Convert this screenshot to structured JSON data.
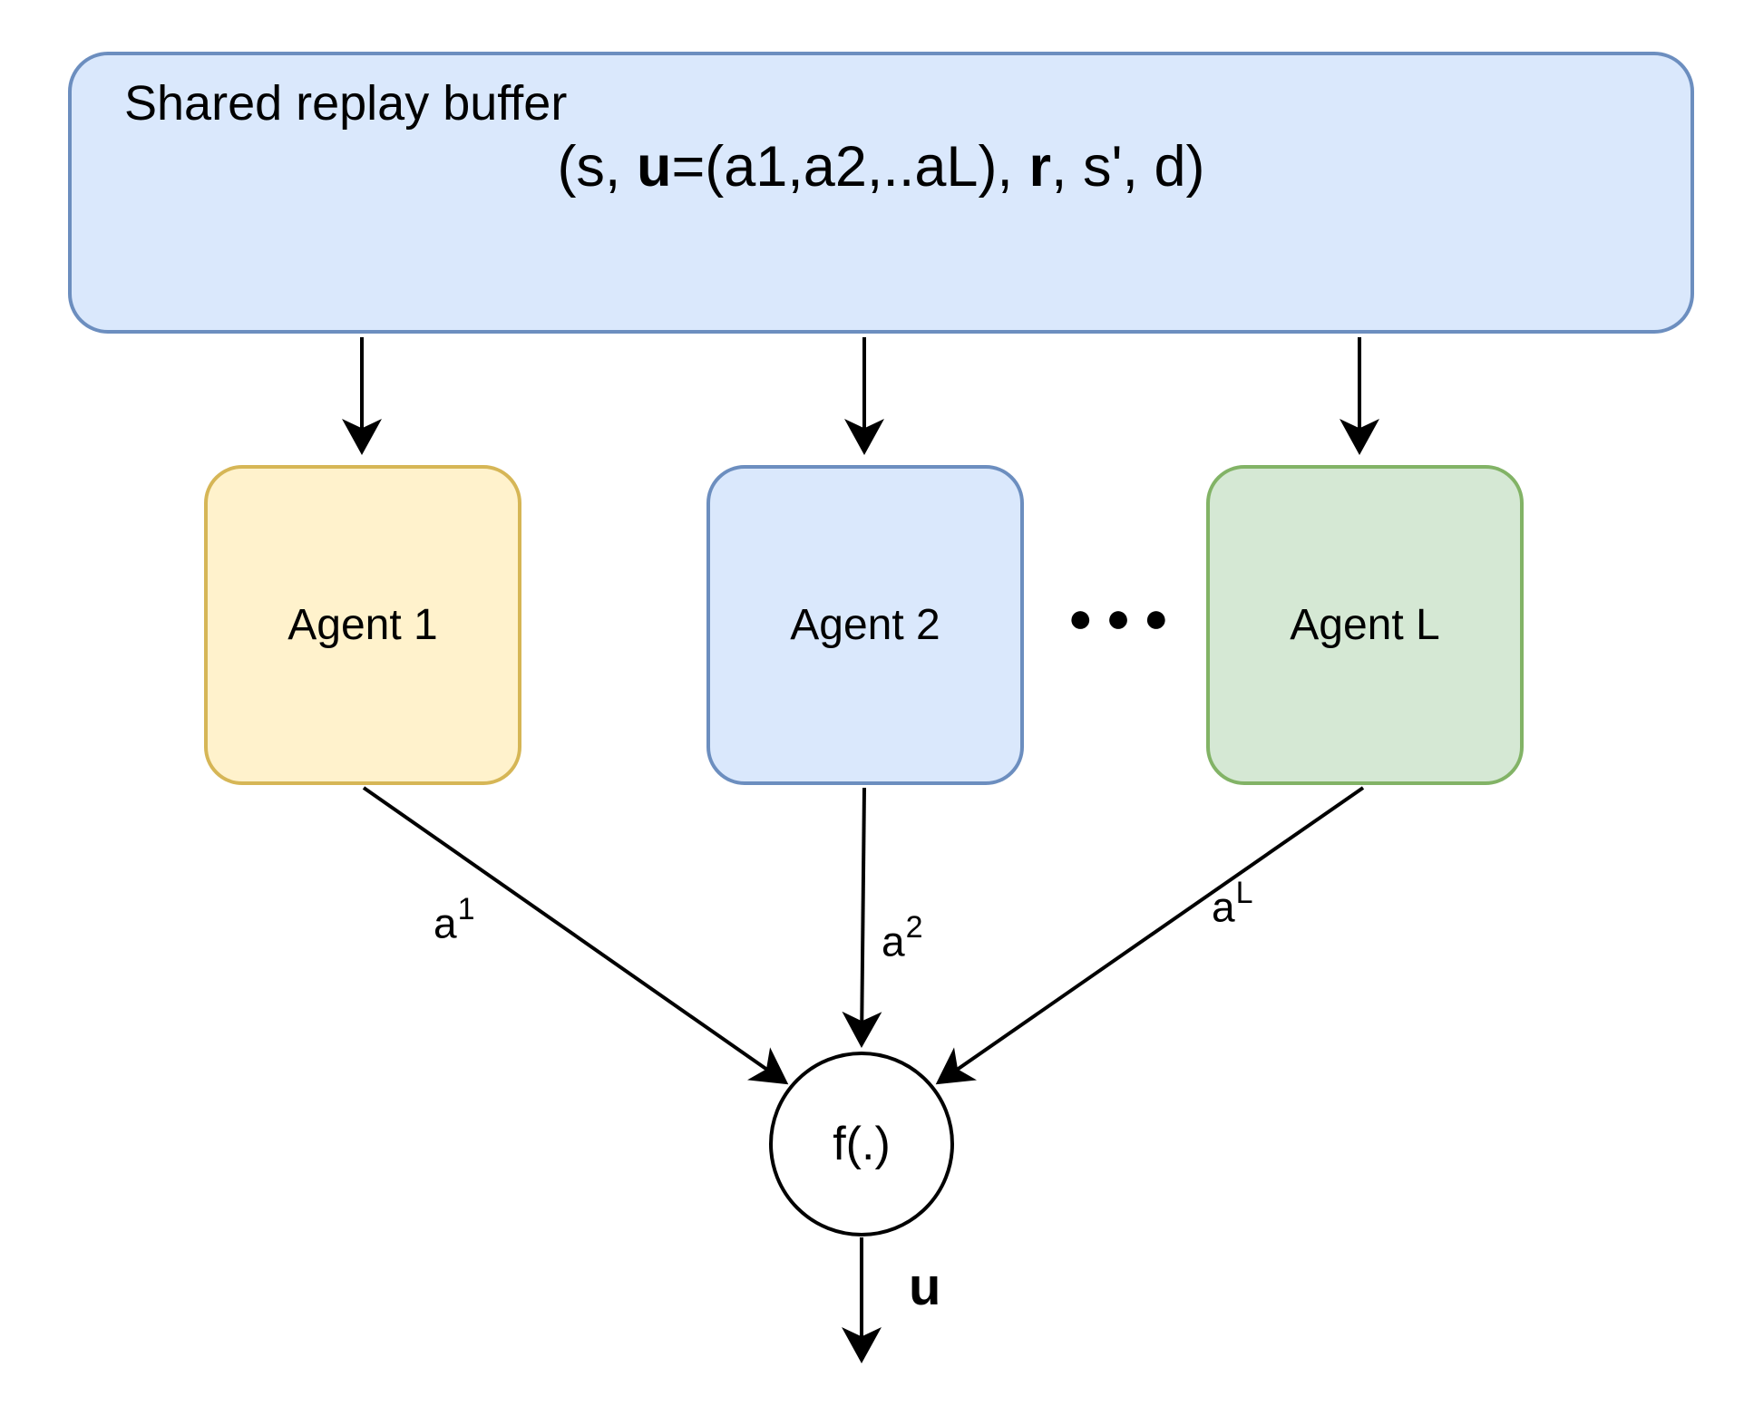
{
  "diagram": {
    "type": "multi-agent-replay-buffer-flow",
    "background": "#ffffff",
    "edge_color": "#000000",
    "buffer": {
      "title": "Shared replay buffer",
      "tuple_prefix": "(s, ",
      "tuple_u": "u",
      "tuple_mid": "=(a1,a2,..aL), ",
      "tuple_r": "r",
      "tuple_suffix": ", s', d)",
      "fill": "#dae8fc",
      "stroke": "#6c8ebf"
    },
    "agents": [
      {
        "label": "Agent 1",
        "fill": "#fff2cc",
        "stroke": "#d6b656"
      },
      {
        "label": "Agent 2",
        "fill": "#dae8fc",
        "stroke": "#6c8ebf"
      },
      {
        "label": "Agent L",
        "fill": "#d5e8d4",
        "stroke": "#82b366"
      }
    ],
    "ellipsis": "●●●",
    "action_labels": [
      {
        "base": "a",
        "sup": "1"
      },
      {
        "base": "a",
        "sup": "2"
      },
      {
        "base": "a",
        "sup": "L"
      }
    ],
    "mixer_label": "f(.)",
    "output_label": "u"
  }
}
